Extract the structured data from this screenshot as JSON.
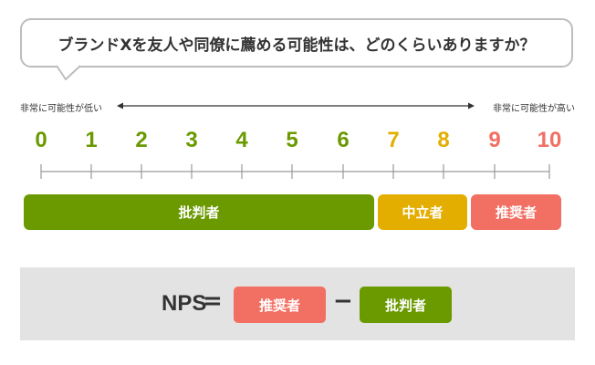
{
  "question": "ブランドXを友人や同僚に薦める可能性は、どのくらいありますか？",
  "scale": {
    "low_label": "非常に可能性が低い",
    "high_label": "非常に可能性が高い",
    "scores": [
      {
        "label": "0",
        "color": "#6a9a00"
      },
      {
        "label": "1",
        "color": "#6a9a00"
      },
      {
        "label": "2",
        "color": "#6a9a00"
      },
      {
        "label": "3",
        "color": "#6a9a00"
      },
      {
        "label": "4",
        "color": "#6a9a00"
      },
      {
        "label": "5",
        "color": "#6a9a00"
      },
      {
        "label": "6",
        "color": "#6a9a00"
      },
      {
        "label": "7",
        "color": "#e3ae00"
      },
      {
        "label": "8",
        "color": "#e3ae00"
      },
      {
        "label": "9",
        "color": "#f26f63"
      },
      {
        "label": "10",
        "color": "#f26f63"
      }
    ]
  },
  "groups": {
    "detractors": {
      "label": "批判者",
      "color": "#6a9a00"
    },
    "passives": {
      "label": "中立者",
      "color": "#e3ae00"
    },
    "promoters": {
      "label": "推奨者",
      "color": "#f26f63"
    }
  },
  "formula": {
    "lhs": "NPS",
    "equals": "=",
    "minus": "−"
  }
}
